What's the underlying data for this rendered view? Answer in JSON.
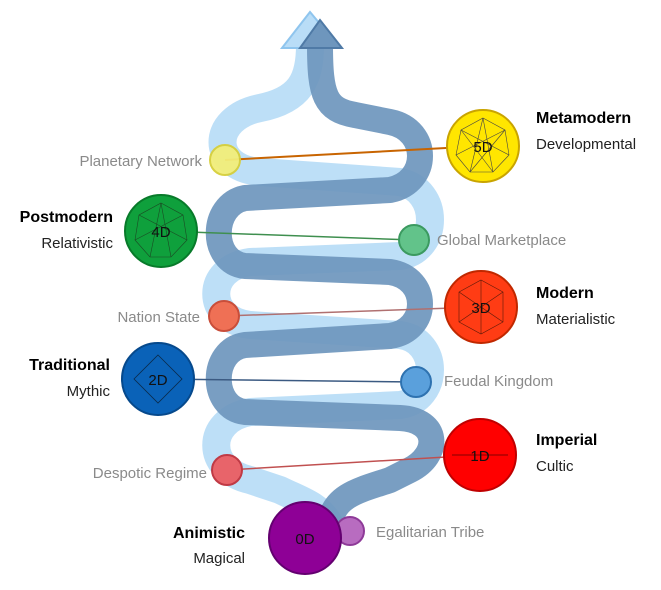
{
  "levels": [
    {
      "badge": "0D",
      "title": "Animistic",
      "subtitle": "Magical",
      "node": "Egalitarian Tribe",
      "color": "#8e0096",
      "node_color": "#b86cc0"
    },
    {
      "badge": "1D",
      "title": "Imperial",
      "subtitle": "Cultic",
      "node": "Despotic Regime",
      "color": "#ff0000",
      "node_color": "#e8646a"
    },
    {
      "badge": "2D",
      "title": "Traditional",
      "subtitle": "Mythic",
      "node": "Feudal Kingdom",
      "color": "#0a62b8",
      "node_color": "#5aa0dc"
    },
    {
      "badge": "3D",
      "title": "Modern",
      "subtitle": "Materialistic",
      "node": "Nation State",
      "color": "#ff3c14",
      "node_color": "#ef7055"
    },
    {
      "badge": "4D",
      "title": "Postmodern",
      "subtitle": "Relativistic",
      "node": "Global Marketplace",
      "color": "#0fa03c",
      "node_color": "#62c38a"
    },
    {
      "badge": "5D",
      "title": "Metamodern",
      "subtitle": "Developmental",
      "node": "Planetary Network",
      "color": "#ffe600",
      "node_color": "#f2ee7a"
    }
  ]
}
